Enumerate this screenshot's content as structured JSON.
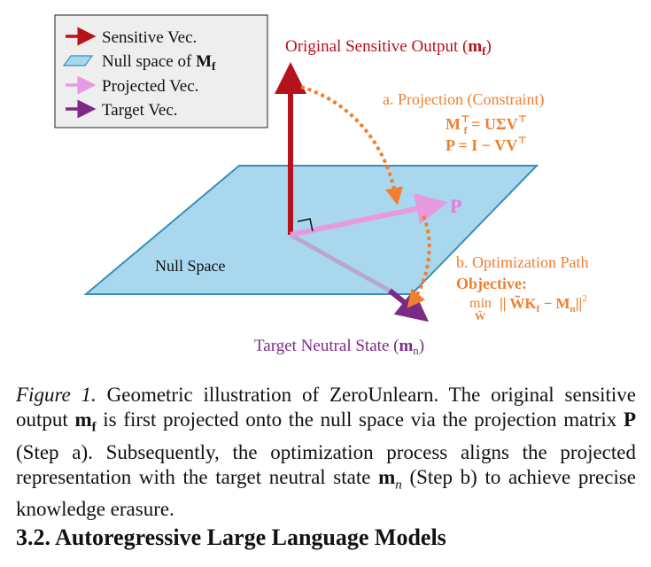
{
  "legend": {
    "items": [
      {
        "label": "Sensitive Vec.",
        "color": "#b5121b"
      },
      {
        "label": "Null space of ",
        "label_math": "M",
        "label_sub": "f",
        "color": "#7ec8e3"
      },
      {
        "label": "Projected Vec.",
        "color": "#e79ae0"
      },
      {
        "label": "Target Vec.",
        "color": "#7b2a86"
      }
    ]
  },
  "labels": {
    "original_output": "Original Sensitive Output (",
    "original_output_math": "m",
    "original_output_sub": "f",
    "original_output_close": ")",
    "projection_title": "a. Projection (Constraint)",
    "eq1_lhs": "M",
    "eq1_sub": "f",
    "eq1_sup": "⊤",
    "eq1_rhs": " = UΣV",
    "eq1_rhs_sup": "⊤",
    "eq2": "P = I − VV",
    "eq2_sup": "⊤",
    "p_label": "P",
    "null_space": "Null Space",
    "optimization_title": "b. Optimization Path",
    "objective_label": "Objective:",
    "objective_min": "min",
    "objective_var": "W̃",
    "objective_expr": "|| W̃K",
    "objective_sub_f": "f",
    "objective_minus": " − M",
    "objective_sub_n": "n",
    "objective_close": "||",
    "objective_sup": "2",
    "target_state": "Target Neutral State (",
    "target_state_math": "m",
    "target_state_sub": "n",
    "target_state_close": ")"
  },
  "colors": {
    "sensitive": "#b5121b",
    "plane_fill": "#a9d8ee",
    "plane_stroke": "#3a8fb7",
    "projected": "#e79ae0",
    "target": "#7b2a86",
    "orange": "#f07f2f"
  },
  "caption": {
    "fig_label": "Figure 1.",
    "t1": " Geometric illustration of ZeroUnlearn. The original sensitive output ",
    "m_f": "m",
    "m_f_sub": "f",
    "t2": " is first projected onto the null space via the projection matrix ",
    "P": "P",
    "t3": " (Step a). Subsequently, the optimization process aligns the projected representation with the target neutral state ",
    "m_n": "m",
    "m_n_sub": "n",
    "t4": " (Step b) to achieve precise knowledge erasure."
  },
  "section": {
    "heading": "3.2. Autoregressive Large Language Models"
  }
}
